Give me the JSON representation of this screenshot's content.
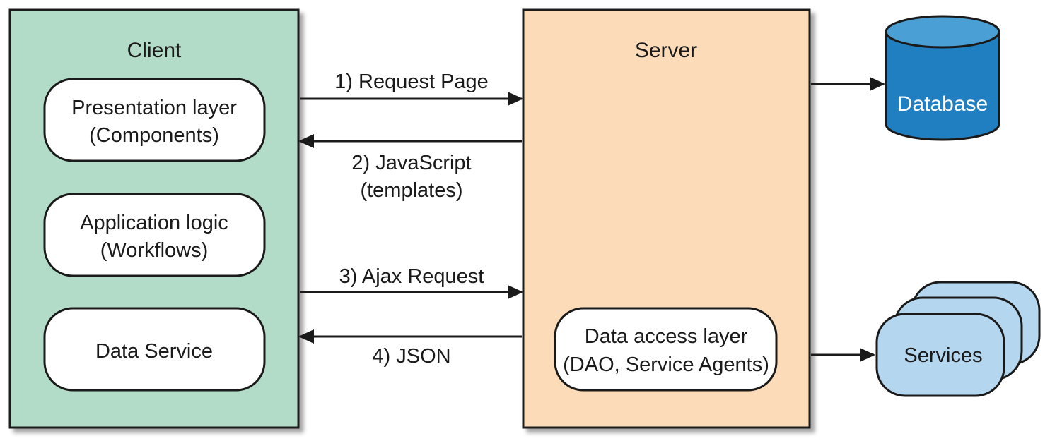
{
  "client": {
    "title": "Client",
    "layers": {
      "presentation": {
        "line1": "Presentation layer",
        "line2": "(Components)"
      },
      "application": {
        "line1": "Application logic",
        "line2": "(Workflows)"
      },
      "data_service": {
        "line1": "Data Service"
      }
    }
  },
  "server": {
    "title": "Server",
    "dal": {
      "line1": "Data access layer",
      "line2": "(DAO, Service Agents)"
    }
  },
  "arrows": {
    "request_page": {
      "line1": "1) Request Page"
    },
    "javascript": {
      "line1": "2) JavaScript",
      "line2": "(templates)"
    },
    "ajax_request": {
      "line1": "3) Ajax Request"
    },
    "json": {
      "line1": "4) JSON"
    }
  },
  "database": {
    "label": "Database"
  },
  "services": {
    "label": "Services"
  },
  "colors": {
    "client_fill": "#b2dcc8",
    "server_fill": "#fcdcb8",
    "database_fill": "#1f7fc1",
    "database_top": "#4a9fd4",
    "services_fill": "#b5d6ef",
    "stroke": "#1a1a1a"
  }
}
